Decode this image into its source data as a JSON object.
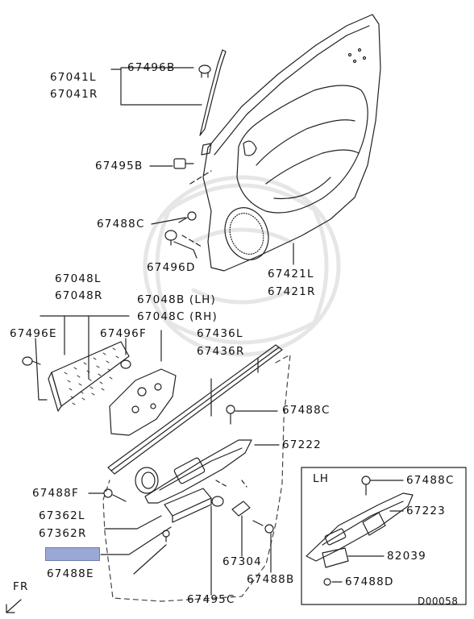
{
  "diagram": {
    "code": "D00058",
    "direction_label": "FR",
    "inset_label": "LH"
  },
  "parts": {
    "p67041L": "67041L",
    "p67041R": "67041R",
    "p67496B": "67496B",
    "p67495B": "67495B",
    "p67488C_top": "67488C",
    "p67496D": "67496D",
    "p67421L": "67421L",
    "p67421R": "67421R",
    "p67048L": "67048L",
    "p67048R": "67048R",
    "p67496E": "67496E",
    "p67496F": "67496F",
    "p67048B": "67048B (LH)",
    "p67048C": "67048C (RH)",
    "p67436L": "67436L",
    "p67436R": "67436R",
    "p67488C_mid": "67488C",
    "p67222": "67222",
    "p67488F": "67488F",
    "p67362L": "67362L",
    "p67362R": "67362R",
    "p67488E": "67488E",
    "p67304": "67304",
    "p67488B": "67488B",
    "p67495C": "67495C",
    "p67488C_lh": "67488C",
    "p67223": "67223",
    "p82039": "82039",
    "p67488D": "67488D"
  }
}
